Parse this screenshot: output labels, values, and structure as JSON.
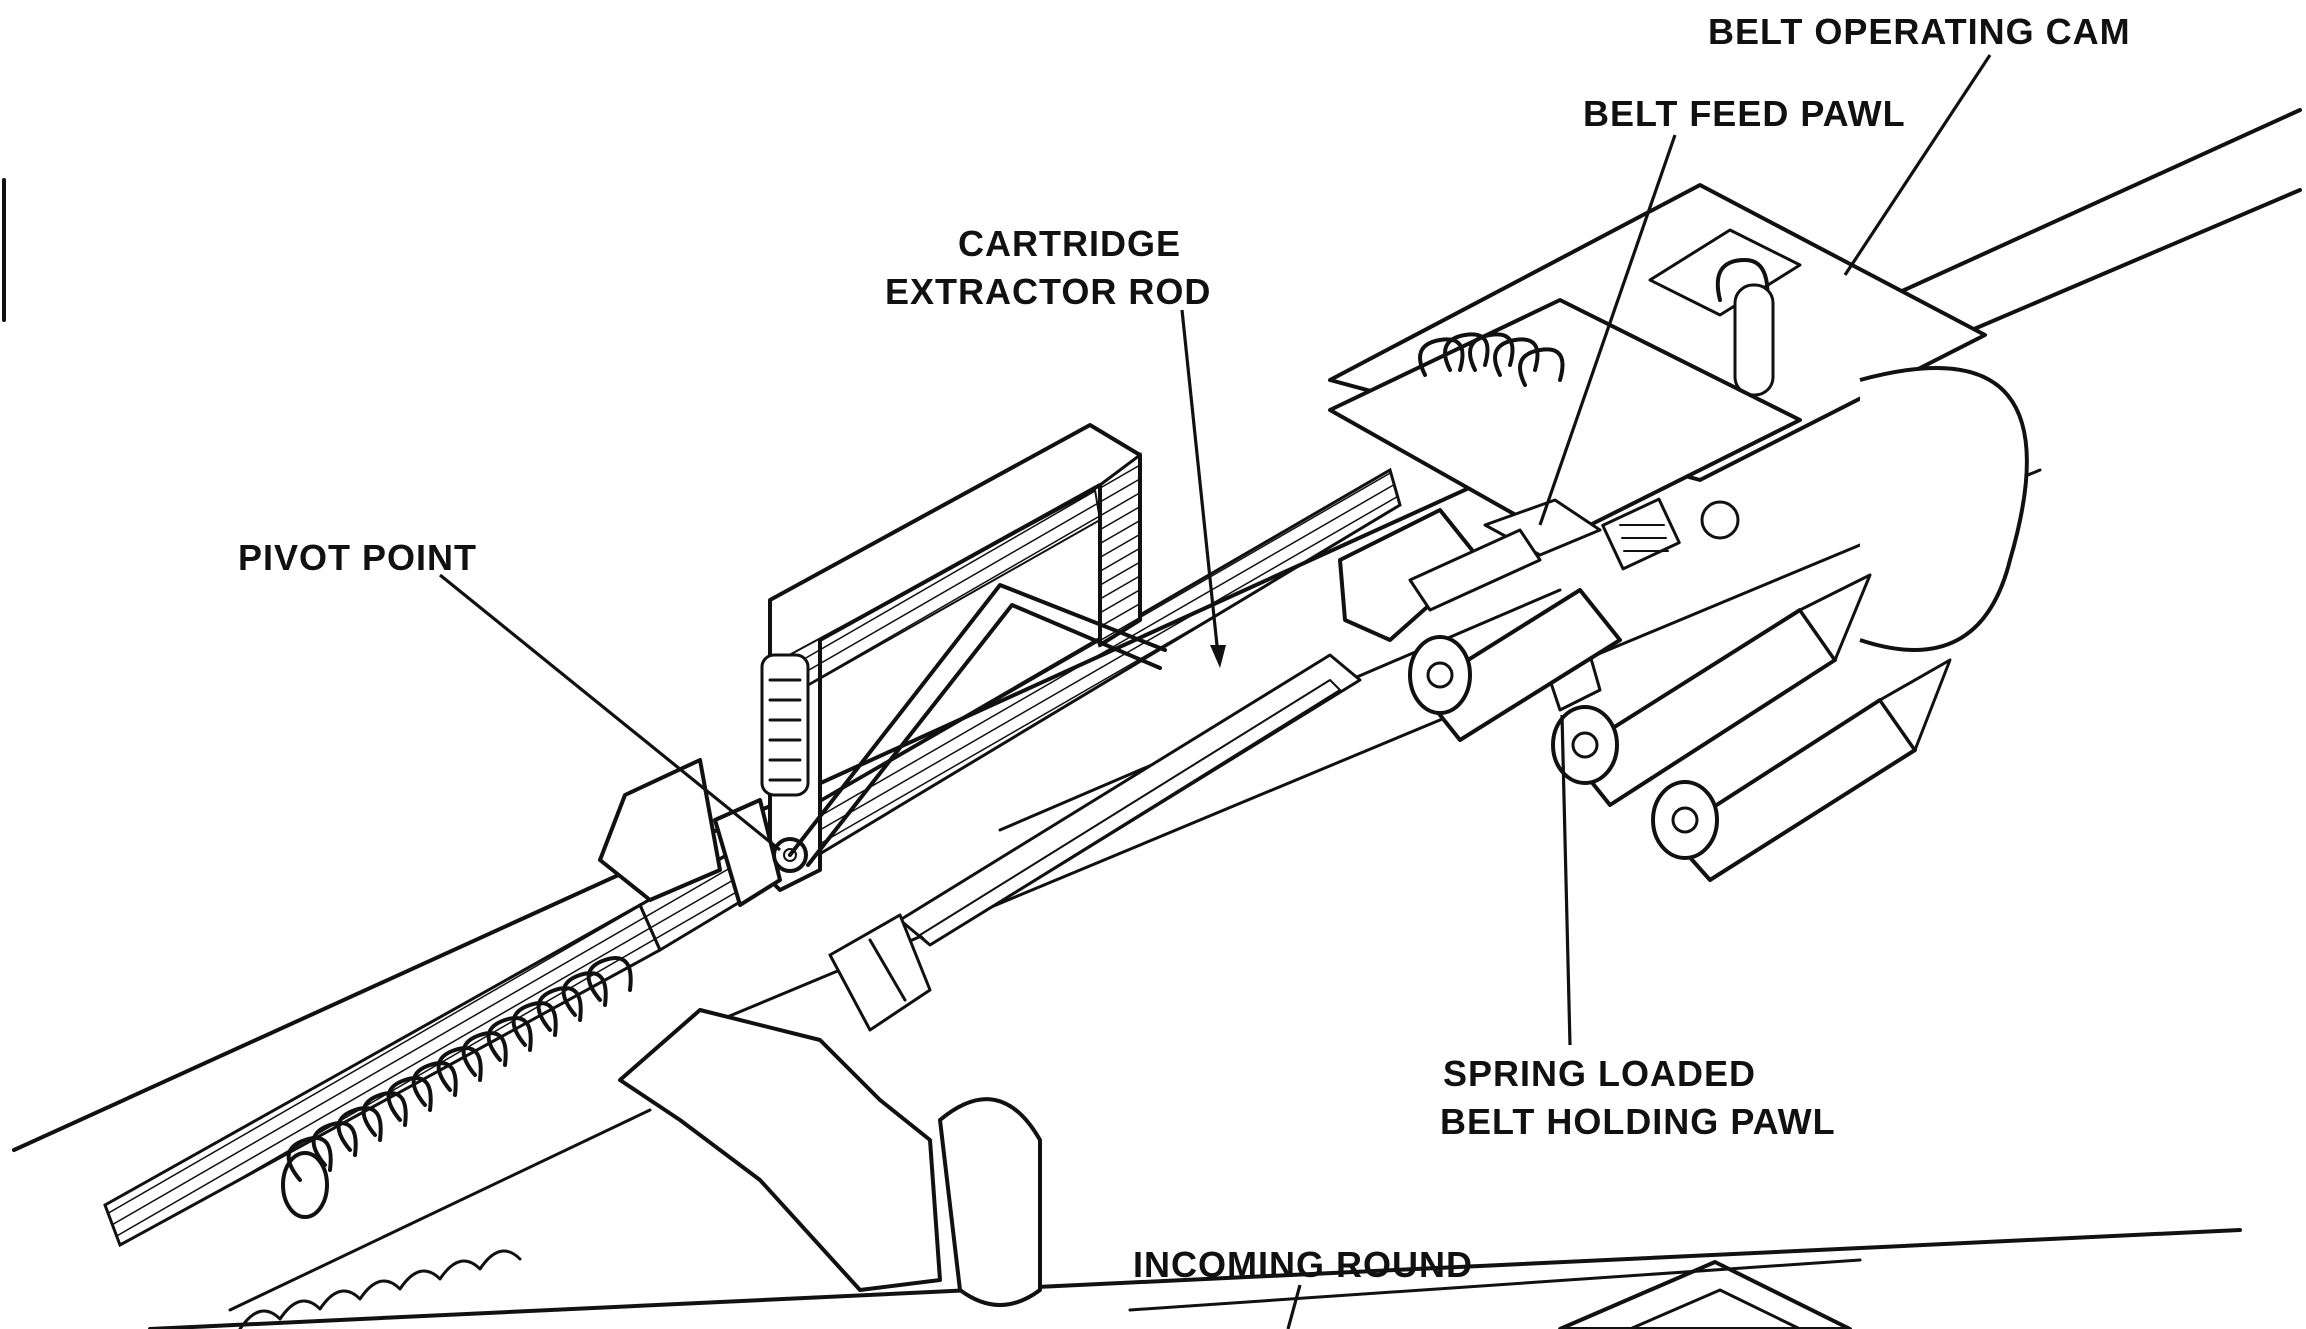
{
  "figure": {
    "labels": {
      "belt_operating_cam": "BELT OPERATING CAM",
      "belt_feed_pawl": "BELT FEED PAWL",
      "cartridge_extractor_rod_line1": "CARTRIDGE",
      "cartridge_extractor_rod_line2": "EXTRACTOR ROD",
      "pivot_point": "PIVOT POINT",
      "spring_loaded_belt_holding_pawl_line1": "SPRING LOADED",
      "spring_loaded_belt_holding_pawl_line2": "BELT HOLDING PAWL",
      "incoming_round": "INCOMING ROUND"
    },
    "colors": {
      "ink": "#111111",
      "paper": "#ffffff"
    }
  }
}
